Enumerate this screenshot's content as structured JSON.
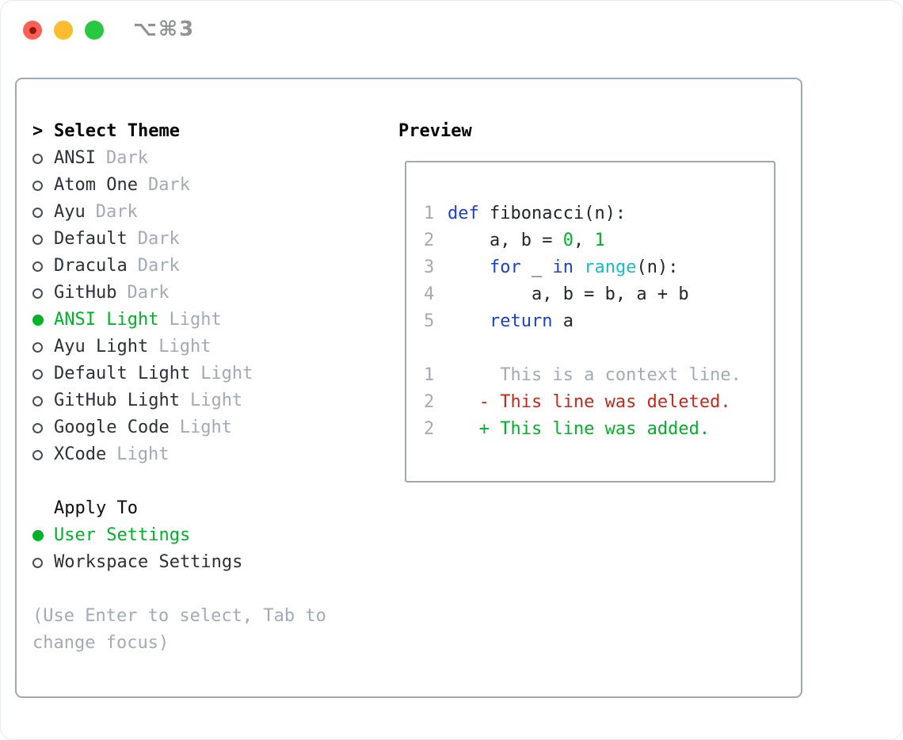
{
  "window": {
    "shortcut": "⌥⌘3"
  },
  "colors": {
    "border": "#9fa9b3",
    "green": "#00b228",
    "blue": "#1b3fd1",
    "cyan": "#16bfc6",
    "red": "#c6281c",
    "fg": "#22272d",
    "gray": "#a2abb5",
    "name": "#2b3138",
    "tl_red": "#ff5f57",
    "tl_red_dot": "#8c1a11",
    "tl_yellow": "#febc2e",
    "tl_green": "#28c840"
  },
  "theme_selector": {
    "title_prefix": ">",
    "title": "Select Theme",
    "items": [
      {
        "name": "ANSI",
        "category": "Dark",
        "selected": false
      },
      {
        "name": "Atom One",
        "category": "Dark",
        "selected": false
      },
      {
        "name": "Ayu",
        "category": "Dark",
        "selected": false
      },
      {
        "name": "Default",
        "category": "Dark",
        "selected": false
      },
      {
        "name": "Dracula",
        "category": "Dark",
        "selected": false
      },
      {
        "name": "GitHub",
        "category": "Dark",
        "selected": false
      },
      {
        "name": "ANSI Light",
        "category": "Light",
        "selected": true
      },
      {
        "name": "Ayu Light",
        "category": "Light",
        "selected": false
      },
      {
        "name": "Default Light",
        "category": "Light",
        "selected": false
      },
      {
        "name": "GitHub Light",
        "category": "Light",
        "selected": false
      },
      {
        "name": "Google Code",
        "category": "Light",
        "selected": false
      },
      {
        "name": "XCode",
        "category": "Light",
        "selected": false
      }
    ],
    "apply_to": {
      "title": "Apply To",
      "options": [
        {
          "label": "User Settings",
          "selected": true
        },
        {
          "label": "Workspace Settings",
          "selected": false
        }
      ]
    },
    "hint": "(Use Enter to select, Tab to change focus)"
  },
  "preview": {
    "title": "Preview",
    "lines": [
      {
        "number": "1",
        "kind": "code",
        "tokens": [
          {
            "c": "blue",
            "text": "def"
          },
          {
            "c": "fg",
            "text": " fibonacci(n):"
          }
        ]
      },
      {
        "number": "2",
        "kind": "code",
        "tokens": [
          {
            "c": "fg",
            "text": "    a, b = "
          },
          {
            "c": "green",
            "text": "0"
          },
          {
            "c": "fg",
            "text": ", "
          },
          {
            "c": "green",
            "text": "1"
          }
        ]
      },
      {
        "number": "3",
        "kind": "code",
        "tokens": [
          {
            "c": "fg",
            "text": "    "
          },
          {
            "c": "blue",
            "text": "for"
          },
          {
            "c": "fg",
            "text": " _ "
          },
          {
            "c": "blue",
            "text": "in"
          },
          {
            "c": "fg",
            "text": " "
          },
          {
            "c": "cyan",
            "text": "range"
          },
          {
            "c": "fg",
            "text": "(n):"
          }
        ]
      },
      {
        "number": "4",
        "kind": "code",
        "tokens": [
          {
            "c": "fg",
            "text": "        a, b = b, a + b"
          }
        ]
      },
      {
        "number": "5",
        "kind": "code",
        "tokens": [
          {
            "c": "fg",
            "text": "    "
          },
          {
            "c": "blue",
            "text": "return"
          },
          {
            "c": "fg",
            "text": " a"
          }
        ]
      },
      {
        "number": "",
        "kind": "blank",
        "tokens": []
      },
      {
        "number": "1",
        "kind": "context",
        "tokens": [
          {
            "c": "gray",
            "text": "     This is a context line."
          }
        ]
      },
      {
        "number": "2",
        "kind": "deleted",
        "tokens": [
          {
            "c": "red",
            "text": "   - This line was deleted."
          }
        ]
      },
      {
        "number": "2",
        "kind": "added",
        "tokens": [
          {
            "c": "green",
            "text": "   + This line was added."
          }
        ]
      }
    ]
  }
}
